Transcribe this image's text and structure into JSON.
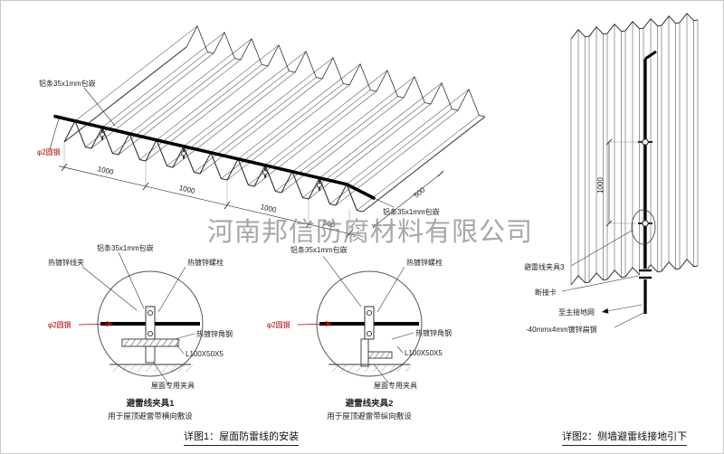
{
  "watermark": "河南邦信防腐材料有限公司",
  "roof": {
    "label_strip_top": "铝条35x1mm包嵌",
    "label_strip_right": "铝条35x1mm包嵌",
    "label_rod": "φ2圆钢",
    "dims": {
      "d1": "1000",
      "d2": "1000",
      "d3": "1000",
      "d4": "500",
      "d5": "500"
    }
  },
  "detail1": {
    "label_strip": "铝条35x1mm包嵌",
    "label_clamp": "热镀锌线夹",
    "label_bolt": "热镀锌螺栓",
    "label_rod": "φ2圆钢",
    "label_angle": "热镀锌角钢",
    "label_angle_size": "L100X50X5",
    "label_fixture": "屋面专用夹具",
    "title": "避雷线夹具1",
    "subtitle": "用于屋顶避雷带横向敷设"
  },
  "detail2": {
    "label_strip": "铝条35x1mm包嵌",
    "label_bolt": "热镀锌螺栓",
    "label_rod": "φ2圆钢",
    "label_angle": "热镀锌角钢",
    "label_angle_size": "L100X50X5",
    "label_fixture": "屋面专用夹具",
    "title": "避雷线夹具2",
    "subtitle": "用于屋顶避雷带纵向敷设"
  },
  "wall": {
    "label_clamp": "避雷线夹具3",
    "label_disconnect": "断接卡",
    "label_ground": "至主接地网",
    "label_steel": "-40mmx4mm镀锌扁钢",
    "dim": "1000"
  },
  "captions": {
    "fig1": "详图1：屋面防雷线的安装",
    "fig2": "详图2：侧墙避雷线接地引下"
  },
  "colors": {
    "line": "#333333",
    "red": "#b00000",
    "watermark": "#8f8f8f"
  }
}
